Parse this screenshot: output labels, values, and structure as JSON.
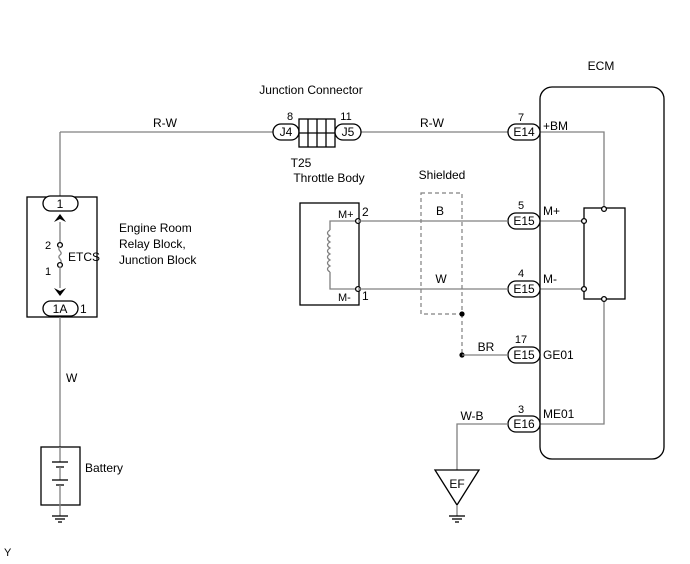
{
  "ecm": {
    "title": "ECM"
  },
  "junction": {
    "title": "Junction Connector",
    "left_connector": "J4",
    "left_pin": "8",
    "right_connector": "J5",
    "right_pin": "11"
  },
  "relay_block": {
    "line1": "Engine Room",
    "line2": "Relay Block,",
    "line3": "Junction Block",
    "top_terminal": "1",
    "bottom_terminal": "1A",
    "bottom_pin": "1",
    "fuse_label": "ETCS",
    "fuse_pin_top": "2",
    "fuse_pin_bottom": "1"
  },
  "throttle_body": {
    "connector": "T25",
    "name": "Throttle Body",
    "pin_mplus_label": "M+",
    "pin_mplus": "2",
    "pin_mminus_label": "M-",
    "pin_mminus": "1"
  },
  "shielded_label": "Shielded",
  "battery_label": "Battery",
  "wires": {
    "rw_left": "R-W",
    "rw_right": "R-W",
    "b": "B",
    "w_mid": "W",
    "br": "BR",
    "wb": "W-B",
    "w_left": "W"
  },
  "ecm_pins": [
    {
      "pin": "7",
      "connector": "E14",
      "signal": "+BM"
    },
    {
      "pin": "5",
      "connector": "E15",
      "signal": "M+"
    },
    {
      "pin": "4",
      "connector": "E15",
      "signal": "M-"
    },
    {
      "pin": "17",
      "connector": "E15",
      "signal": "GE01"
    },
    {
      "pin": "3",
      "connector": "E16",
      "signal": "ME01"
    }
  ],
  "ground_label": "EF",
  "corner_mark": "Y"
}
